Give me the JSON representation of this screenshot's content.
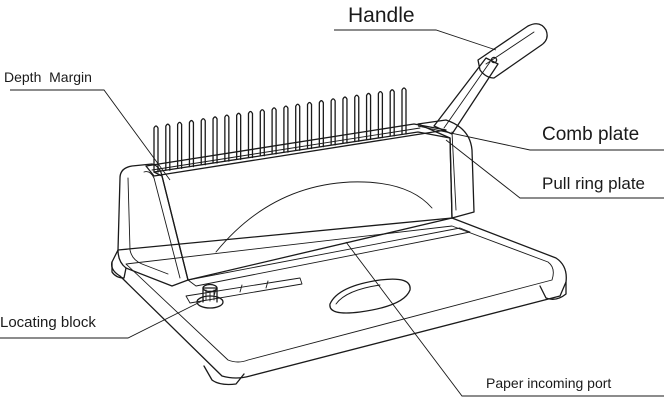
{
  "labels": {
    "handle": "Handle",
    "depth_margin": "Depth  Margin",
    "comb_plate": "Comb plate",
    "pull_ring_plate": "Pull ring plate",
    "locating_block": "Locating block",
    "paper_incoming_port": "Paper incoming port"
  }
}
